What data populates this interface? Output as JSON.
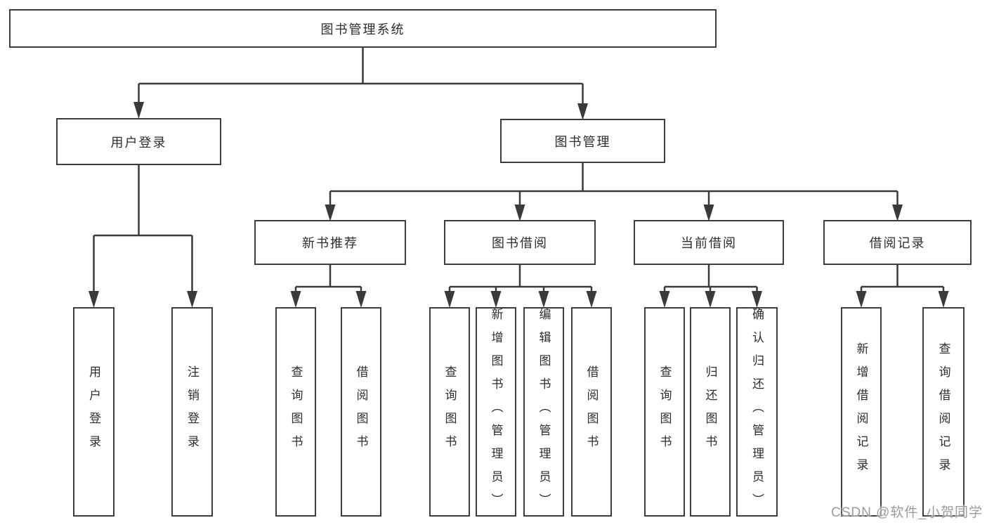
{
  "tree": {
    "root": {
      "label": "图书管理系统",
      "children": [
        {
          "label": "用户登录",
          "children": [
            {
              "label": "用户登录"
            },
            {
              "label": "注销登录"
            }
          ]
        },
        {
          "label": "图书管理",
          "children": [
            {
              "label": "新书推荐",
              "children": [
                {
                  "label": "查询图书"
                },
                {
                  "label": "借阅图书"
                }
              ]
            },
            {
              "label": "图书借阅",
              "children": [
                {
                  "label": "查询图书"
                },
                {
                  "label": "新增图书（管理员）"
                },
                {
                  "label": "编辑图书（管理员）"
                },
                {
                  "label": "借阅图书"
                }
              ]
            },
            {
              "label": "当前借阅",
              "children": [
                {
                  "label": "查询图书"
                },
                {
                  "label": "归还图书"
                },
                {
                  "label": "确认归还（管理员）"
                }
              ]
            },
            {
              "label": "借阅记录",
              "children": [
                {
                  "label": "新增借阅记录"
                },
                {
                  "label": "查询借阅记录"
                }
              ]
            }
          ]
        }
      ]
    }
  },
  "watermark": {
    "text": "CSDN @软件_小贺同学"
  },
  "colors": {
    "line": "#3a3a3a",
    "box_border": "#3d3d3d",
    "text": "#2d2d2d",
    "watermark": "#9b9b9b",
    "background": "#ffffff"
  }
}
